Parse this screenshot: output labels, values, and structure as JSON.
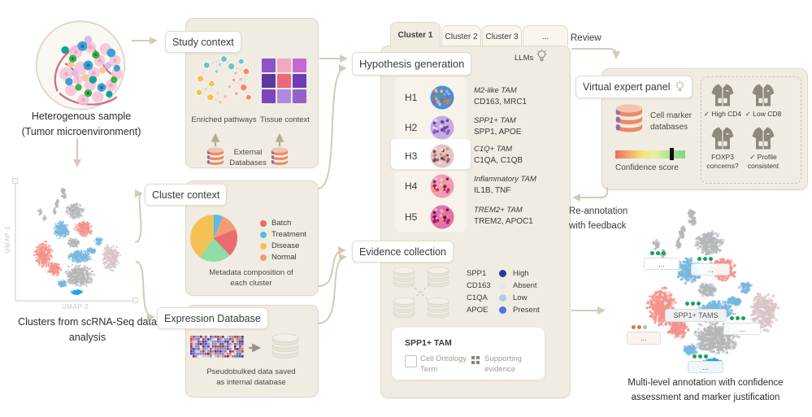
{
  "left": {
    "sample_caption": "Heterogenous sample\n(Tumor microenvironment)",
    "umap_ylabel": "UMAP-1",
    "umap_xlabel": "UMAP-2",
    "umap_caption": "Clusters from scRNA-Seq data\nanalysis"
  },
  "study_context": {
    "title": "Study context",
    "pathways_label": "Enriched pathways",
    "tissue_label": "Tissue context",
    "databases_label": "External\nDatabases"
  },
  "cluster_context": {
    "title": "Cluster context",
    "caption": "Metadata composition of\neach cluster",
    "legend": [
      {
        "label": "Batch",
        "color": "#ea6a70"
      },
      {
        "label": "Treatment",
        "color": "#54bde8"
      },
      {
        "label": "Disease",
        "color": "#f6c154"
      },
      {
        "label": "Normal",
        "color": "#f19c76"
      }
    ]
  },
  "expression_db": {
    "title": "Expression Database",
    "caption": "Pseudobulked data saved\nas internal database"
  },
  "cluster_panel": {
    "tabs": [
      {
        "label": "Cluster 1"
      },
      {
        "label": "Cluster 2"
      },
      {
        "label": "Cluster 3"
      },
      {
        "label": "..."
      }
    ],
    "llms_label": "LLMs",
    "hypothesis_title": "Hypothesis generation",
    "hypotheses": [
      {
        "id": "H1",
        "name": "M2-like TAM",
        "markers": "CD163, MRC1"
      },
      {
        "id": "H2",
        "name": "SPP1+ TAM",
        "markers": "SPP1, APOE"
      },
      {
        "id": "H3",
        "name": "C1Q+ TAM",
        "markers": "C1QA, C1QB"
      },
      {
        "id": "H4",
        "name": "Inflammatory TAM",
        "markers": "IL1B, TNF"
      },
      {
        "id": "H5",
        "name": "TREM2+ TAM",
        "markers": "TREM2, APOC1"
      }
    ],
    "evidence_title": "Evidence collection",
    "evidence": [
      {
        "gene": "SPP1",
        "level": "High",
        "color": "#2b35a6"
      },
      {
        "gene": "CD163",
        "level": "Absent",
        "color": "#e4e8ee"
      },
      {
        "gene": "C1QA",
        "level": "Low",
        "color": "#b6c9f0"
      },
      {
        "gene": "APOE",
        "level": "Present",
        "color": "#5570e6"
      }
    ],
    "result_card": {
      "title": "SPP1+ TAM",
      "ontology_label": "Cell Ontology\nTerm",
      "evidence_label": "Supporting\nevidence"
    }
  },
  "review_label": "Review",
  "expert_panel": {
    "title": "Virtual expert panel",
    "db_label": "Cell marker\ndatabases",
    "confidence_label": "Confidence score",
    "experts": [
      {
        "label": "✓ High CD4"
      },
      {
        "label": "✓ Low CD8"
      },
      {
        "label": "FOXP3\nconcerns?"
      },
      {
        "label": "✓ Profile\nconsistent"
      }
    ]
  },
  "reannotation_label": "Re-annotation\nwith feedback",
  "final_umap": {
    "caption": "Multi-level annotation with confidence\nassessment and marker justification",
    "annotations": [
      {
        "text": "...",
        "dots": [
          "#14a357",
          "#14a357",
          "#14a357"
        ]
      },
      {
        "text": "...",
        "dots": [
          "#14a357",
          "#14a357",
          "#14a357"
        ]
      },
      {
        "text": "SPP1+ TAMS",
        "dots": [
          "#14a357",
          "#14a357",
          "#14a357"
        ]
      },
      {
        "text": "...",
        "dots": [
          "#14a357",
          "#14a357",
          "#14a357"
        ]
      },
      {
        "text": "...",
        "dots": [
          "#e0763c",
          "#e0763c",
          "#b9bdc0"
        ]
      },
      {
        "text": "...",
        "dots": [
          "#14a357",
          "#14a357",
          "#14a357"
        ]
      }
    ]
  },
  "viz": {
    "scatters": {
      "umap": {
        "seed": 7,
        "r": 0.8,
        "blobs": [
          [
            38,
            6,
            2.5,
            6,
            50,
            "#b4b7ba"
          ],
          [
            32,
            15,
            2,
            5,
            35,
            "#b4b7ba"
          ],
          [
            30,
            22,
            1.5,
            4,
            20,
            "#b4b7ba"
          ],
          [
            17,
            22,
            2,
            4,
            18,
            "#b4b7ba"
          ],
          [
            21,
            28,
            1.5,
            3,
            12,
            "#b4b7ba"
          ],
          [
            48,
            21,
            9,
            8,
            200,
            "#b4b7ba"
          ],
          [
            36,
            38,
            8,
            8,
            230,
            "#77b7e0"
          ],
          [
            56,
            37,
            9,
            8,
            230,
            "#f5928b"
          ],
          [
            47,
            50,
            6,
            5,
            110,
            "#b4b7ba"
          ],
          [
            20,
            60,
            9,
            13,
            330,
            "#f5928b"
          ],
          [
            30,
            73,
            7,
            7,
            170,
            "#f5928b"
          ],
          [
            52,
            62,
            13,
            6,
            240,
            "#77b7e0"
          ],
          [
            69,
            48,
            4,
            4,
            55,
            "#77b7e0"
          ],
          [
            63,
            57,
            5,
            3,
            60,
            "#77b7e0"
          ],
          [
            52,
            79,
            15,
            11,
            450,
            "#b4b7ba"
          ],
          [
            80,
            63,
            9,
            13,
            300,
            "#d8c3c6"
          ],
          [
            50,
            94,
            6,
            2.5,
            70,
            "#1ca3e8"
          ],
          [
            37,
            86,
            5,
            3.5,
            70,
            "#77b7e0"
          ]
        ]
      }
    },
    "speckles": {
      "h1": {
        "base": "#4a8fd8",
        "dots": [
          [
            "#e87a30",
            8
          ],
          [
            "#cc3f92",
            6
          ],
          [
            "#28b0a2",
            5
          ],
          [
            "#f2c24e",
            4
          ],
          [
            "#7ac0ea",
            5
          ]
        ]
      },
      "h2": {
        "base": "#c4abe0",
        "dots": [
          [
            "#8a5cc4",
            10
          ],
          [
            "#6a3fa0",
            6
          ],
          [
            "#e8d8f2",
            5
          ]
        ]
      },
      "h3": {
        "base": "#e2c6c2",
        "dots": [
          [
            "#a05c72",
            8
          ],
          [
            "#744858",
            6
          ],
          [
            "#d88f7c",
            5
          ],
          [
            "#f0ddd8",
            4
          ]
        ]
      },
      "h4": {
        "base": "#f09cb4",
        "dots": [
          [
            "#c22a6c",
            8
          ],
          [
            "#ef9f58",
            5
          ],
          [
            "#8c2050",
            5
          ],
          [
            "#f8c8d4",
            4
          ]
        ]
      },
      "h5": {
        "base": "#e272aa",
        "dots": [
          [
            "#a61e66",
            9
          ],
          [
            "#ef9558",
            4
          ],
          [
            "#701442",
            5
          ],
          [
            "#f4b0ce",
            4
          ]
        ]
      }
    },
    "grids": {
      "heatmap": {
        "cols": 22,
        "rows": 9,
        "colors": [
          "#4040a8",
          "#6868c8",
          "#9090d8",
          "#c8c8ea",
          "#ece8f4",
          "#f0c0b0",
          "#e87858",
          "#c84838",
          "#8890cc",
          "#5058b8"
        ]
      }
    },
    "pies": {
      "metadata": {
        "slices": [
          [
            "#54bde8",
            6
          ],
          [
            "#f19c76",
            13
          ],
          [
            "#ea6a70",
            19
          ],
          [
            "#8fdca4",
            22
          ],
          [
            "#f6c154",
            40
          ]
        ]
      }
    }
  }
}
